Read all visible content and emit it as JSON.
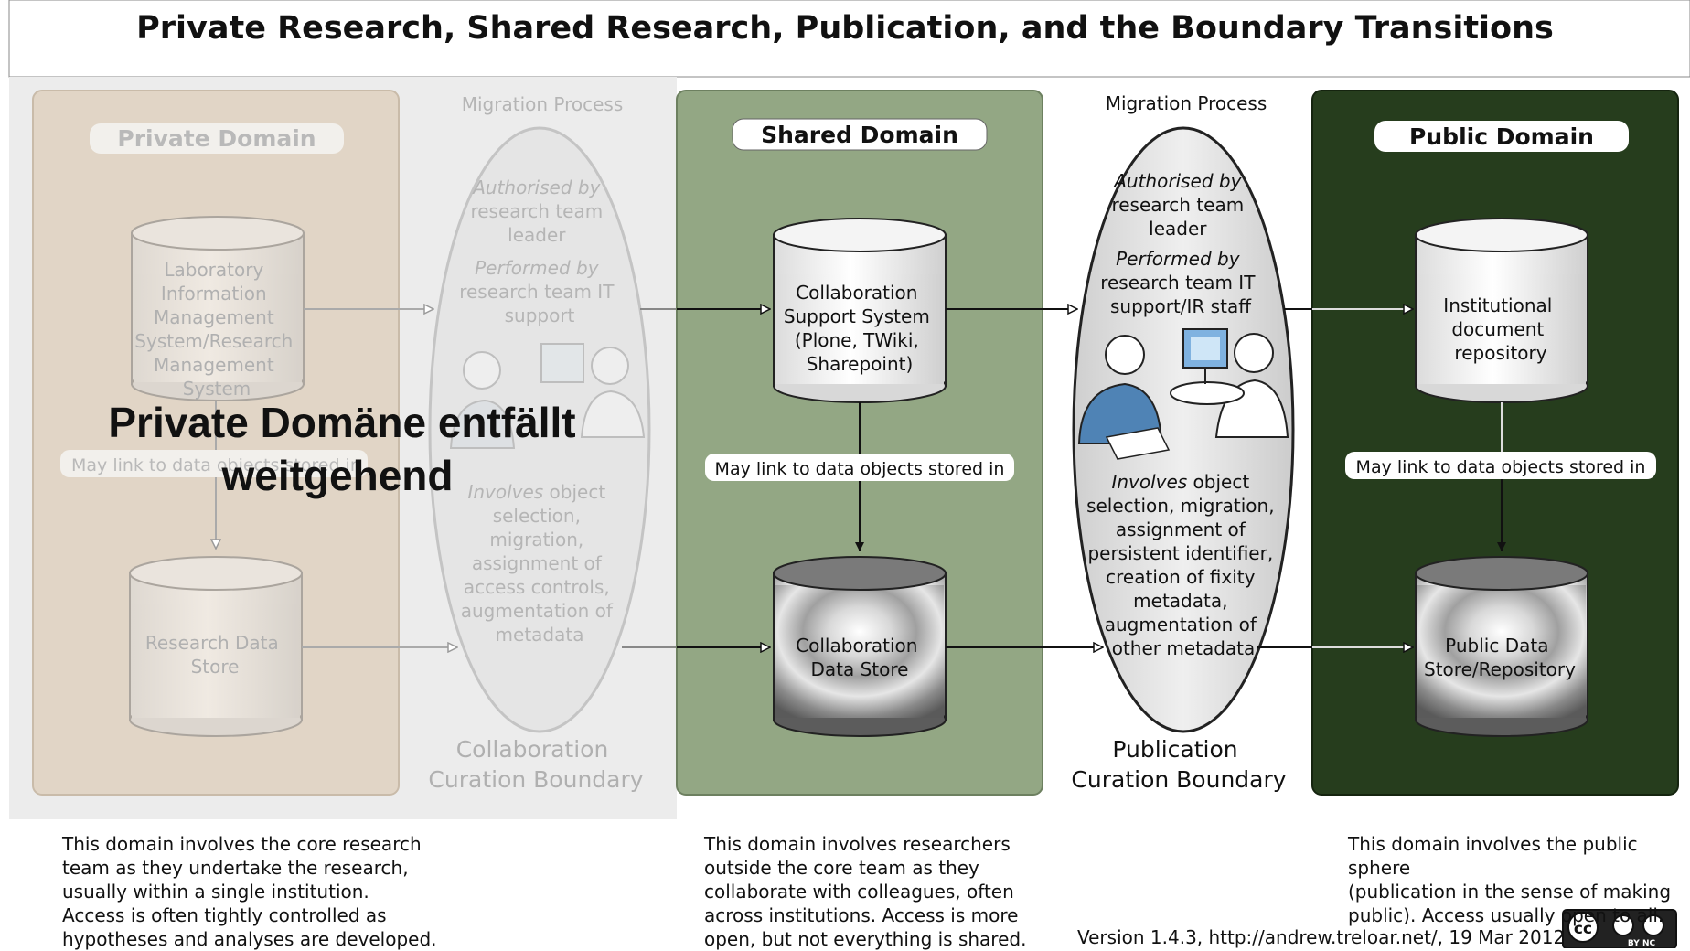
{
  "title": "Private Research, Shared Research, Publication, and the Boundary Transitions",
  "overlay": {
    "line1": "Private Domäne entfällt",
    "line2": "weitgehend"
  },
  "colors": {
    "private_bg": "#e1d5c6",
    "shared_bg": "#93a784",
    "public_bg": "#263d1d",
    "fade": "#dcdcdc"
  },
  "private": {
    "label": "Private Domain",
    "lims": [
      "Laboratory",
      "Information",
      "Management",
      "System/Research",
      "Management",
      "System"
    ],
    "link": "May link to data objects stored in",
    "store": [
      "Research Data",
      "Store"
    ],
    "description": [
      "This domain involves the core research",
      "team as they undertake the research,",
      "usually within a single institution.",
      "Access is often tightly controlled as",
      "hypotheses and analyses are developed."
    ]
  },
  "migration1": {
    "header": "Migration Process",
    "auth": [
      "Authorised by",
      "research team",
      "leader"
    ],
    "performed": [
      "Performed by",
      "research team IT",
      "support"
    ],
    "involves_italic": "Involves",
    "involves": [
      " object",
      "selection,",
      "migration,",
      "assignment of",
      "access controls,",
      "augmentation of",
      "metadata"
    ],
    "boundary": [
      "Collaboration",
      "Curation Boundary"
    ]
  },
  "shared": {
    "label": "Shared Domain",
    "css": [
      "Collaboration",
      "Support System",
      "(Plone, TWiki,",
      "Sharepoint)"
    ],
    "link": "May link to data objects stored in",
    "store": [
      "Collaboration",
      "Data Store"
    ],
    "description": [
      "This domain involves researchers",
      "outside the core team as they",
      "collaborate with colleagues, often",
      "across institutions.  Access is more",
      "open, but not everything is shared."
    ]
  },
  "migration2": {
    "header": "Migration Process",
    "auth": [
      "Authorised by",
      "research team",
      "leader"
    ],
    "performed": [
      "Performed by",
      "research team IT",
      "support/IR staff"
    ],
    "involves_italic": "Involves",
    "involves": [
      " object",
      "selection, migration,",
      "assignment of",
      "persistent identifier,",
      "creation of fixity",
      "metadata,",
      "augmentation of",
      "other metadata"
    ],
    "boundary": [
      "Publication",
      "Curation Boundary"
    ]
  },
  "public": {
    "label": "Public Domain",
    "repo": [
      "Institutional",
      "document",
      "repository"
    ],
    "link": "May link to data objects stored in",
    "store": [
      "Public Data",
      "Store/Repository"
    ],
    "description": [
      "This domain involves the public sphere",
      "(publication in the sense of making",
      "public).  Access usually open to all."
    ]
  },
  "version": "Version 1.4.3,  http://andrew.treloar.net/, 19 Mar 2012",
  "license": {
    "main": "cc",
    "sub": "BY   NC"
  }
}
